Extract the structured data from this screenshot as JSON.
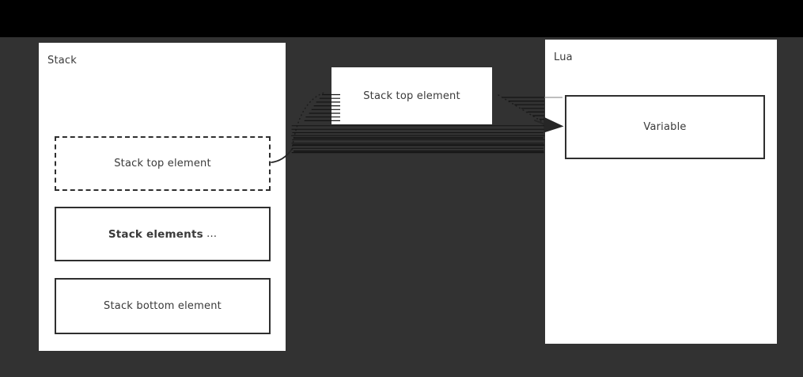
{
  "colors": {
    "top_bar": "#000000",
    "background": "#323232",
    "node_fill": "#ffffff",
    "node_stroke": "#2f2f2f",
    "text": "#3a3a3a",
    "arrow": "#1c1c1c"
  },
  "groups": {
    "stack": {
      "title": "Stack",
      "nodes": [
        {
          "label": "Stack top element"
        },
        {
          "label": "Stack elements",
          "suffix": " ..."
        },
        {
          "label": "Stack bottom element"
        }
      ]
    },
    "lua": {
      "title": "Lua",
      "nodes": [
        {
          "label": "Variable"
        }
      ]
    }
  },
  "edge": {
    "label": "Stack top element"
  }
}
